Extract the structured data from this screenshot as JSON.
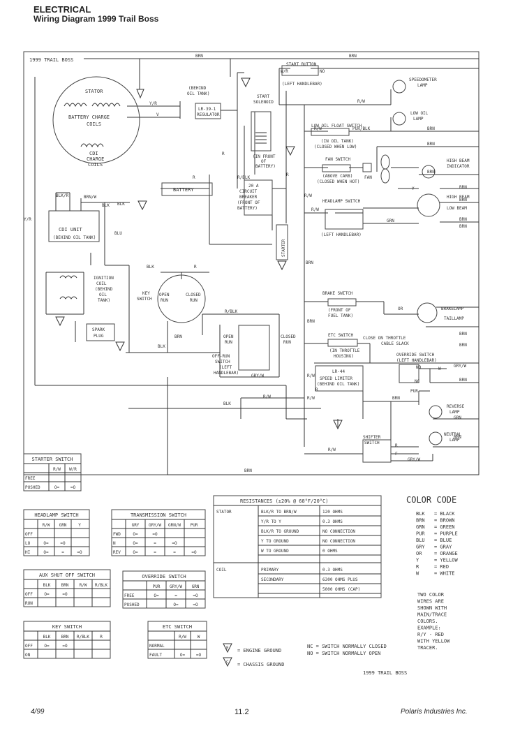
{
  "header": {
    "section": "ELECTRICAL",
    "title": "Wiring Diagram 1999 Trail Boss"
  },
  "diagram": {
    "frame_title": "1999 TRAIL BOSS",
    "bottom_caption": "1999 TRAIL BOSS",
    "components": {
      "stator": "STATOR",
      "battery_charge": "BATTERY CHARGE",
      "coils": "COILS",
      "cdi_charge": "CDI",
      "charge": "CHARGE",
      "charge_coils": "COILS",
      "regulator_loc": "(BEHIND",
      "regulator_loc2": "OIL TANK)",
      "regulator_id": "LR-39-1",
      "regulator": "REGULATOR",
      "start_solenoid1": "START",
      "start_solenoid2": "SOLENOID",
      "solenoid_loc1": "(IN FRONT",
      "solenoid_loc2": "OF",
      "solenoid_loc3": "BATTERY)",
      "start_button": "START BUTTON",
      "start_button_loc": "(LEFT HANDLEBAR)",
      "battery": "BATTERY",
      "breaker1": "20 A",
      "breaker2": "CIRCUIT",
      "breaker3": "BREAKER",
      "breaker4": "(FRONT OF",
      "breaker5": "BATTERY)",
      "starter": "STARTER",
      "cdi_unit": "CDI UNIT",
      "cdi_loc": "(BEHIND OIL TANK)",
      "ign1": "IGNITION",
      "ign2": "COIL",
      "ign3": "(BEHIND",
      "ign4": "OIL",
      "ign5": "TANK)",
      "spark1": "SPARK",
      "spark2": "PLUG",
      "key_switch1": "KEY",
      "key_switch2": "SWITCH",
      "open": "OPEN",
      "run": "RUN",
      "closed": "CLOSED",
      "run2": "RUN",
      "offrun_open": "OPEN",
      "offrun_run": "RUN",
      "offrun1": "OFF-RUN",
      "offrun2": "SWITCH",
      "offrun3": "(LEFT",
      "offrun4": "HANDLEBAR)",
      "offrun_closed": "CLOSED",
      "offrun_run2": "RUN",
      "speedo1": "SPEEDOMETER",
      "speedo2": "LAMP",
      "lowoil1": "LOW OIL",
      "lowoil2": "LAMP",
      "lowfloat1": "LOW OIL FLOAT SWITCH",
      "lowfloat2": "(IN OIL TANK)",
      "lowfloat3": "(CLOSED WHEN LOW)",
      "fan_switch1": "FAN SWITCH",
      "fan_switch2": "(ABOVE CARB)",
      "fan_switch3": "(CLOSED WHEN HOT)",
      "fan": "FAN",
      "hibeam_ind1": "HIGH BEAM",
      "hibeam_ind2": "INDICATOR",
      "headlamp_sw": "HEADLAMP SWITCH",
      "headlamp_loc": "(LEFT HANDLEBAR)",
      "high_beam": "HIGH BEAM",
      "low_beam": "LOW BEAM",
      "brake_sw": "BRAKE SWITCH",
      "brake_loc1": "(FRONT OF",
      "brake_loc2": "FUEL TANK)",
      "brakelamp": "BRAKELAMP",
      "taillamp": "TAILLAMP",
      "etc_sw": "ETC SWITCH",
      "etc_loc1": "(IN THROTTLE",
      "etc_loc2": "HOUSING)",
      "close_throttle1": "CLOSE ON THROTTLE",
      "close_throttle2": "CABLE SLACK",
      "override1": "OVERRIDE SWITCH",
      "override2": "(LEFT HANDLEBAR)",
      "limiter_id": "LR-44",
      "limiter1": "SPEED LIMITER",
      "limiter2": "(BEHIND OIL TANK)",
      "reverse1": "REVERSE",
      "reverse2": "LAMP",
      "neutral1": "NEUTRAL",
      "neutral2": "LAMP",
      "shifter1": "SHIFTER",
      "shifter2": "SWITCH",
      "no": "NO",
      "nc": "NC"
    },
    "wires": [
      "BRN",
      "BRN",
      "W/R",
      "NO",
      "Y/R",
      "V",
      "R/W",
      "R/W",
      "PUR/BLK",
      "BRN",
      "BRN",
      "BRN",
      "BRN",
      "Y",
      "BRN",
      "R/W",
      "GRN",
      "BRN",
      "BRN",
      "BRN",
      "R",
      "R/BLK",
      "R/W",
      "BLK/R",
      "BRN/W",
      "BLK",
      "BLU",
      "BLK",
      "R",
      "BLK",
      "BRN",
      "R/BLK",
      "R/W",
      "BLK",
      "BRN",
      "BRN",
      "GRY/W",
      "PUR",
      "GRN",
      "BRN",
      "R/W",
      "R",
      "F",
      "GRY/W",
      "BRN",
      "OR",
      "W",
      "Y/R",
      "BLK",
      "BRN",
      "BRN",
      "R",
      "R",
      "BRN",
      "R/W",
      "GRY/W",
      "R/W",
      "R"
    ]
  },
  "tables": {
    "starter": {
      "title": "STARTER SWITCH",
      "cols": [
        "R/W",
        "W/R"
      ],
      "rows": [
        [
          "FREE",
          "",
          ""
        ],
        [
          "PUSHED",
          "O=",
          "=O"
        ]
      ]
    },
    "headlamp": {
      "title": "HEADLAMP SWITCH",
      "cols": [
        "R/W",
        "GRN",
        "Y"
      ],
      "rows": [
        [
          "OFF",
          "",
          "",
          ""
        ],
        [
          "LO",
          "O=",
          "=O",
          ""
        ],
        [
          "HI",
          "O=",
          "=",
          "=O"
        ]
      ]
    },
    "transmission": {
      "title": "TRANSMISSION SWITCH",
      "cols": [
        "GRY",
        "GRY/W",
        "GRN/W",
        "PUR"
      ],
      "rows": [
        [
          "FWD",
          "O=",
          "=O",
          "",
          ""
        ],
        [
          "N",
          "O=",
          "=",
          "=O",
          ""
        ],
        [
          "REV",
          "O=",
          "=",
          "=",
          "=O"
        ]
      ]
    },
    "aux": {
      "title": "AUX SHUT OFF SWITCH",
      "cols": [
        "BLK",
        "BRN",
        "R/W",
        "R/BLK"
      ],
      "rows": [
        [
          "OFF",
          "O=",
          "=O",
          "",
          ""
        ],
        [
          "RUN",
          "",
          "",
          "",
          ""
        ]
      ]
    },
    "override": {
      "title": "OVERRIDE SWITCH",
      "cols": [
        "PUR",
        "GRY/W",
        "GRN"
      ],
      "rows": [
        [
          "FREE",
          "O=",
          "=",
          "=O"
        ],
        [
          "PUSHED",
          "",
          "O=",
          "=O"
        ]
      ]
    },
    "key": {
      "title": "KEY SWITCH",
      "cols": [
        "BLK",
        "BRN",
        "R/BLK",
        "R"
      ],
      "rows": [
        [
          "OFF",
          "O=",
          "=O",
          "",
          ""
        ],
        [
          "ON",
          "",
          "",
          "",
          ""
        ]
      ]
    },
    "etc": {
      "title": "ETC SWITCH",
      "cols": [
        "R/W",
        "W"
      ],
      "rows": [
        [
          "NORMAL",
          "",
          ""
        ],
        [
          "FAULT",
          "O=",
          "=O"
        ]
      ]
    }
  },
  "resistances": {
    "title": "RESISTANCES (±20% @ 68°F/20°C)",
    "groups": [
      {
        "part": "STATOR",
        "rows": [
          [
            "BLK/R TO BRN/W",
            "120 OHMS"
          ],
          [
            "Y/R TO Y",
            "0.3 OHMS"
          ],
          [
            "BLK/R TO GROUND",
            "NO CONNECTION"
          ],
          [
            "Y TO GROUND",
            "NO CONNECTION"
          ],
          [
            "W TO GROUND",
            "0 OHMS"
          ]
        ]
      },
      {
        "part": "COIL",
        "rows": [
          [
            "PRIMARY",
            "0.3 OHMS"
          ],
          [
            "SECONDARY",
            "6300 OHMS PLUS"
          ],
          [
            "",
            "5000 OHMS (CAP)"
          ]
        ]
      }
    ]
  },
  "legend": {
    "engine_ground": "= ENGINE GROUND",
    "chassis_ground": "= CHASSIS GROUND",
    "nc_note": "NC = SWITCH NORMALLY CLOSED",
    "no_note": "NO = SWITCH NORMALLY OPEN",
    "e": "E",
    "c": "C"
  },
  "color_code": {
    "title": "COLOR CODE",
    "entries": [
      [
        "BLK",
        "= BLACK"
      ],
      [
        "BRN",
        "= BROWN"
      ],
      [
        "GRN",
        "= GREEN"
      ],
      [
        "PUR",
        "= PURPLE"
      ],
      [
        "BLU",
        "= BLUE"
      ],
      [
        "GRY",
        "= GRAY"
      ],
      [
        "OR",
        "= ORANGE"
      ],
      [
        "Y",
        "= YELLOW"
      ],
      [
        "R",
        "= RED"
      ],
      [
        "W",
        "= WHITE"
      ]
    ],
    "note": [
      "TWO COLOR",
      "WIRES ARE",
      "SHOWN WITH",
      "MAIN/TRACE",
      "COLORS.",
      "EXAMPLE:",
      "R/Y - RED",
      "WITH YELLOW",
      "TRACER."
    ]
  },
  "footer": {
    "date": "4/99",
    "page": "11.2",
    "company": "Polaris Industries Inc."
  }
}
